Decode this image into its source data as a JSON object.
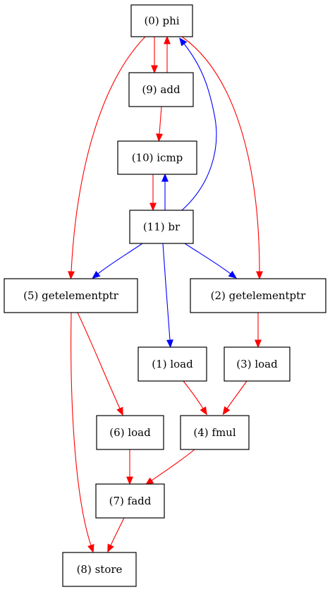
{
  "graph": {
    "colors": {
      "data_edge": "#ff0000",
      "control_edge": "#0000ff",
      "node_border": "#000000"
    },
    "nodes": [
      {
        "id": "n0",
        "label": "(0) phi"
      },
      {
        "id": "n9",
        "label": "(9) add"
      },
      {
        "id": "n10",
        "label": "(10) icmp"
      },
      {
        "id": "n11",
        "label": "(11) br"
      },
      {
        "id": "n5",
        "label": "(5) getelementptr"
      },
      {
        "id": "n2",
        "label": "(2) getelementptr"
      },
      {
        "id": "n1",
        "label": "(1) load"
      },
      {
        "id": "n3",
        "label": "(3) load"
      },
      {
        "id": "n6",
        "label": "(6) load"
      },
      {
        "id": "n4",
        "label": "(4) fmul"
      },
      {
        "id": "n7",
        "label": "(7) fadd"
      },
      {
        "id": "n8",
        "label": "(8) store"
      }
    ],
    "edges": [
      {
        "from": "n0",
        "to": "n9",
        "kind": "data"
      },
      {
        "from": "n9",
        "to": "n0",
        "kind": "data"
      },
      {
        "from": "n9",
        "to": "n10",
        "kind": "data"
      },
      {
        "from": "n10",
        "to": "n11",
        "kind": "data"
      },
      {
        "from": "n11",
        "to": "n10",
        "kind": "control"
      },
      {
        "from": "n11",
        "to": "n0",
        "kind": "control"
      },
      {
        "from": "n0",
        "to": "n5",
        "kind": "data"
      },
      {
        "from": "n0",
        "to": "n2",
        "kind": "data"
      },
      {
        "from": "n11",
        "to": "n5",
        "kind": "control"
      },
      {
        "from": "n11",
        "to": "n2",
        "kind": "control"
      },
      {
        "from": "n11",
        "to": "n1",
        "kind": "control"
      },
      {
        "from": "n2",
        "to": "n3",
        "kind": "data"
      },
      {
        "from": "n5",
        "to": "n6",
        "kind": "data"
      },
      {
        "from": "n5",
        "to": "n8",
        "kind": "data"
      },
      {
        "from": "n1",
        "to": "n4",
        "kind": "data"
      },
      {
        "from": "n3",
        "to": "n4",
        "kind": "data"
      },
      {
        "from": "n6",
        "to": "n7",
        "kind": "data"
      },
      {
        "from": "n4",
        "to": "n7",
        "kind": "data"
      },
      {
        "from": "n7",
        "to": "n8",
        "kind": "data"
      }
    ]
  }
}
